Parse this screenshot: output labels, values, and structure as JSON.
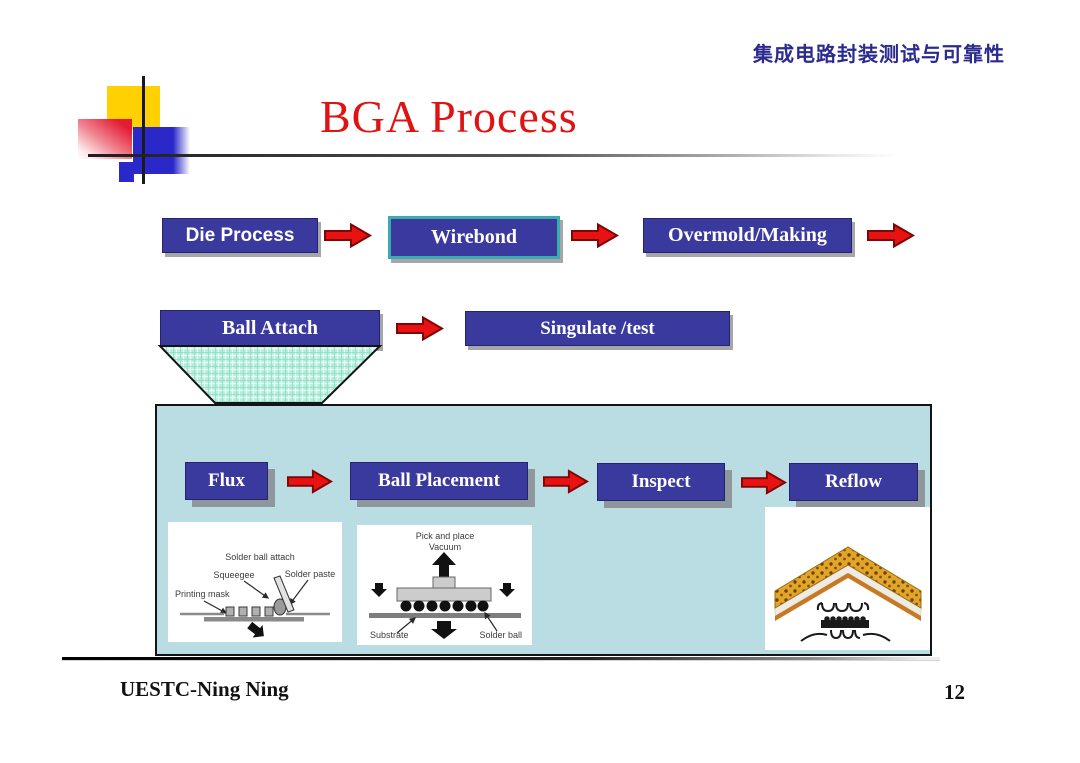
{
  "header": {
    "course_title": "集成电路封装测试与可靠性"
  },
  "title": {
    "text": "BGA Process"
  },
  "main_flow": {
    "step1": "Die Process",
    "step2": "Wirebond",
    "step3": "Overmold/Making",
    "step4": "Ball Attach",
    "step5": "Singulate /test"
  },
  "ball_attach_panel": {
    "step1": "Flux",
    "step2": "Ball Placement",
    "step3": "Inspect",
    "step4": "Reflow",
    "stencil_diagram": {
      "solder_ball_attach": "Solder ball attach",
      "squeegee": "Squeegee",
      "solder_paste": "Solder paste",
      "printing_mask": "Printing mask"
    },
    "pick_place_diagram": {
      "pick_and_place": "Pick and place",
      "vacuum": "Vacuum",
      "substrate": "Substrate",
      "solder_ball": "Solder ball"
    }
  },
  "footer": {
    "author": "UESTC-Ning Ning",
    "page_number": "12"
  },
  "colors": {
    "title_red": "#e01212",
    "header_blue": "#2b2b8f",
    "box_navy": "#3a3a9e",
    "wirebond_border_teal": "#3aacb0",
    "arrow_red": "#e81212",
    "panel_blue": "#b9dde2",
    "funnel_mint": "#b5efdc"
  }
}
